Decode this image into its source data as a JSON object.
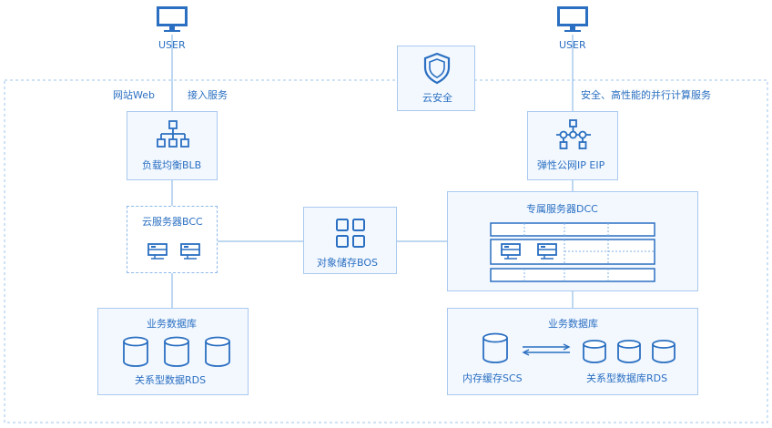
{
  "users": {
    "left": "USER",
    "right": "USER"
  },
  "edge_labels": {
    "web": "网站Web",
    "access": "接入服务",
    "security_service": "安全、高性能的并行计算服务"
  },
  "nodes": {
    "cloud_security": "云安全",
    "blb": "负载均衡BLB",
    "eip": "弹性公网IP EIP",
    "bcc": "云服务器BCC",
    "bos": "对象储存BOS",
    "dcc": "专属服务器DCC"
  },
  "db_left": {
    "title": "业务数据库",
    "rds": "关系型数据RDS"
  },
  "db_right": {
    "title": "业务数据库",
    "scs": "内存缓存SCS",
    "rds": "关系型数据库RDS"
  },
  "colors": {
    "primary": "#2a6fc1",
    "line": "#7fb0e6",
    "fill": "#f3f8ff",
    "border": "#a9c9ef"
  },
  "icons": [
    "monitor-icon",
    "shield-icon",
    "network-tree-icon",
    "network-nodes-icon",
    "server-icon",
    "grid-icon",
    "database-icon",
    "bidirectional-arrow-icon"
  ]
}
